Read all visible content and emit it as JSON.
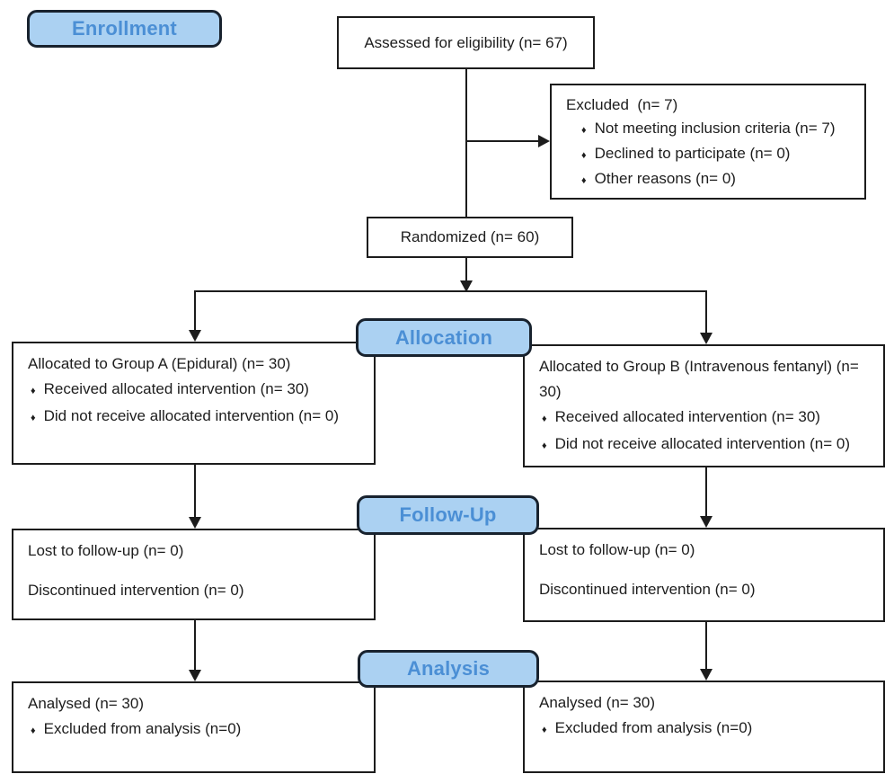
{
  "figure": {
    "kind": "CONSORT participant flow diagram"
  },
  "colors": {
    "background": "#ffffff",
    "label-fill": "#abd1f2",
    "label-border": "#18222e",
    "label-text": "#4b8fd5",
    "box-fill": "#ffffff",
    "box-border": "#1c1c1c",
    "line": "#1c1c1c",
    "text": "#1d1d1d"
  },
  "bullet_glyph": "♦",
  "stages": {
    "enrollment": "Enrollment",
    "allocation": "Allocation",
    "followup": "Follow-Up",
    "analysis": "Analysis"
  },
  "boxes": {
    "assessed": {
      "text": "Assessed for eligibility (n= 67)"
    },
    "excluded": {
      "title": "Excluded  (n= 7)",
      "bullets": [
        "Not meeting inclusion criteria (n= 7)",
        "Declined to participate (n= 0)",
        "Other reasons (n= 0)"
      ]
    },
    "randomized": {
      "text": "Randomized (n= 60)"
    },
    "allocation_a": {
      "title": "Allocated to Group A (Epidural) (n= 30)",
      "bullets": [
        "Received allocated intervention (n= 30)",
        "Did not receive allocated intervention (n= 0)"
      ]
    },
    "allocation_b": {
      "title": "Allocated to Group B (Intravenous fentanyl) (n= 30)",
      "bullets": [
        "Received allocated intervention (n= 30)",
        "Did not receive allocated intervention (n= 0)"
      ]
    },
    "followup_a": {
      "lines": [
        "Lost to follow-up (n= 0)",
        "Discontinued intervention (n= 0)"
      ]
    },
    "followup_b": {
      "lines": [
        "Lost to follow-up (n= 0)",
        "Discontinued intervention (n= 0)"
      ]
    },
    "analysis_a": {
      "title": "Analysed (n= 30)",
      "bullets": [
        "Excluded from analysis (n=0)"
      ]
    },
    "analysis_b": {
      "title": "Analysed (n= 30)",
      "bullets": [
        "Excluded from analysis (n=0)"
      ]
    }
  }
}
